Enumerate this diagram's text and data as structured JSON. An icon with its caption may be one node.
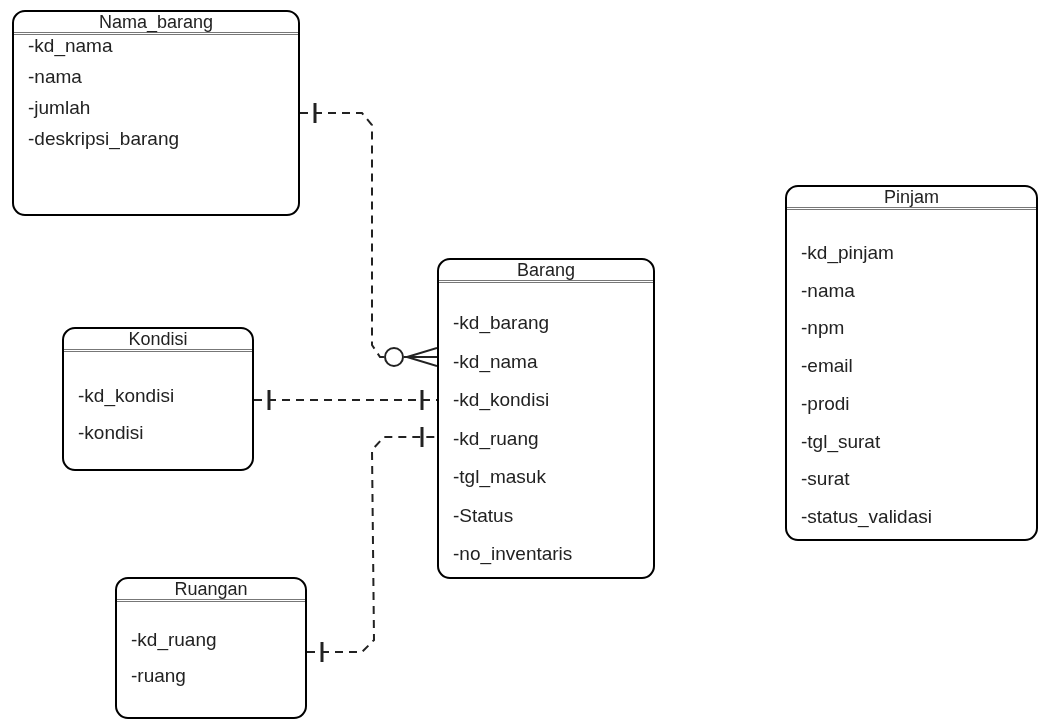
{
  "diagram": {
    "nodes": [
      {
        "text": [
          "Nama_barang",
          "-kd_nama",
          "-nama",
          "-jumlah",
          "-deskripsi_barang"
        ]
      },
      {
        "text": [
          "Kondisi",
          "-kd_kondisi",
          "-kondisi"
        ]
      },
      {
        "text": [
          "Barang",
          "-kd_barang",
          "-kd_nama",
          "-kd_kondisi",
          "-kd_ruang",
          "-tgl_masuk",
          "-Status",
          "-no_inventaris"
        ]
      },
      {
        "text": [
          "Ruangan",
          "-kd_ruang",
          "-ruang"
        ]
      },
      {
        "text": [
          "Pinjam",
          "-kd_pinjam",
          "-nama",
          "-npm",
          "-email",
          "-prodi",
          "-tgl_surat",
          "-surat",
          "-status_validasi"
        ]
      }
    ],
    "edges": [
      {
        "from": 0,
        "to": 2,
        "arrow": "other",
        "style": "dashed"
      },
      {
        "from": 1,
        "to": 2,
        "arrow": "other",
        "style": "dashed"
      },
      {
        "from": 3,
        "to": 2,
        "arrow": "other",
        "style": "dashed"
      }
    ]
  }
}
